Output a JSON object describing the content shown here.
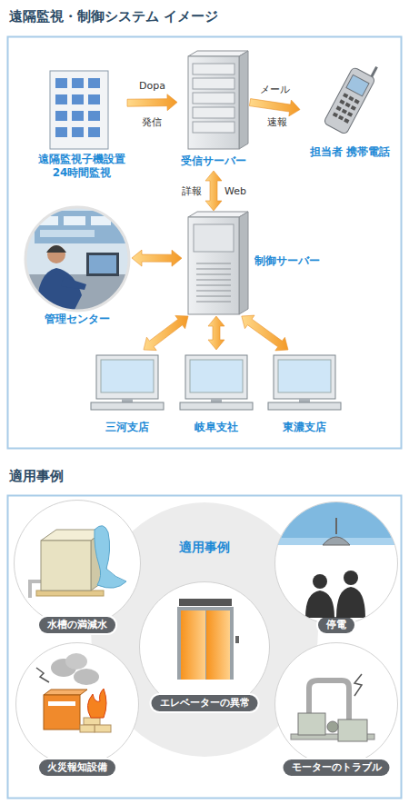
{
  "diagram": {
    "title": "遠隔監視・制御システム イメージ",
    "nodes": [
      {
        "text": [
          "遠隔監視子機設置 24時間監視"
        ]
      },
      {
        "text": [
          "受信サーバー"
        ]
      },
      {
        "text": [
          "担当者 携帯電話"
        ]
      },
      {
        "text": [
          "管理センター"
        ]
      },
      {
        "text": [
          "制御サーバー"
        ]
      },
      {
        "text": [
          "三河支店"
        ]
      },
      {
        "text": [
          "岐阜支社"
        ]
      },
      {
        "text": [
          "東濃支店"
        ]
      },
      {
        "text": [
          "水槽の満減水"
        ]
      },
      {
        "text": [
          "適用事例"
        ]
      },
      {
        "text": [
          "停電"
        ]
      },
      {
        "text": [
          "エレベーターの異常"
        ]
      },
      {
        "text": [
          "火災報知設備"
        ]
      },
      {
        "text": [
          "モーターのトラブル"
        ]
      }
    ],
    "edges": [
      {
        "from": 0,
        "to": 1,
        "arrow": "to",
        "label": "Dopa"
      },
      {
        "from": 1,
        "to": 2,
        "arrow": "to",
        "label": "メール"
      },
      {
        "from": 1,
        "to": 4,
        "arrow": "both",
        "label": "Web"
      },
      {
        "from": 4,
        "to": 3,
        "arrow": "both"
      },
      {
        "from": 4,
        "to": 5,
        "arrow": "both"
      },
      {
        "from": 4,
        "to": 6,
        "arrow": "both"
      },
      {
        "from": 4,
        "to": 7,
        "arrow": "both"
      }
    ],
    "labels": [
      "発信",
      "速報",
      "詳報",
      "適用事例"
    ]
  }
}
